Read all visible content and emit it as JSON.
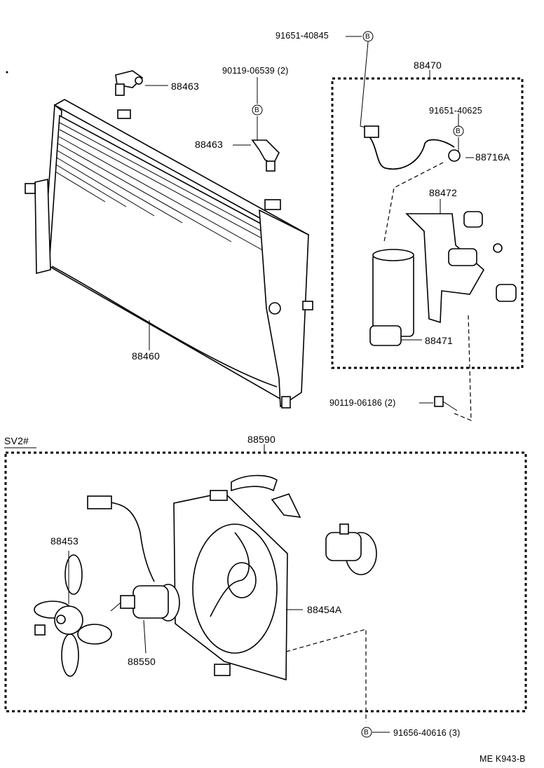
{
  "labels": {
    "bolt_91651_40845": "91651-40845",
    "cond_88470": "88470",
    "bolt_90119_06539": "90119-06539 (2)",
    "cap_88463_top": "88463",
    "bolt_91651_40625": "91651-40625",
    "cap_88463_mid": "88463",
    "pipe_88716a": "88716A",
    "bracket_88472": "88472",
    "condenser_88460": "88460",
    "receiver_88471": "88471",
    "bolt_90119_06186": "90119-06186 (2)",
    "variant_sv2": "SV2#",
    "fan_assy_88590": "88590",
    "fan_88453": "88453",
    "shroud_88454a": "88454A",
    "motor_88550": "88550",
    "bolt_91656_40616": "91656-40616 (3)",
    "drawing_code": "ME K943-B"
  },
  "markers": {
    "b": "B"
  }
}
